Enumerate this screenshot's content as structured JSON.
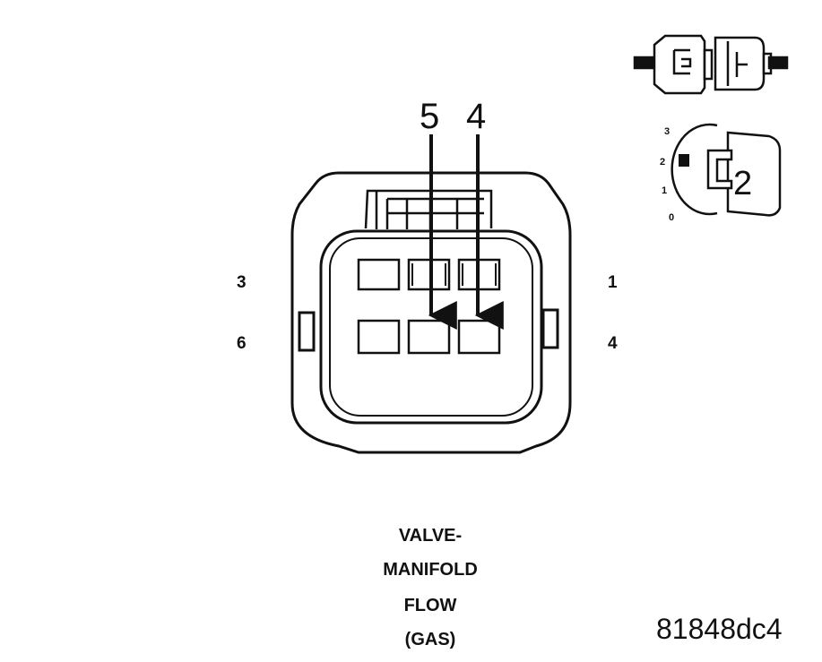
{
  "connector": {
    "pin_labels_left": [
      "3",
      "6"
    ],
    "pin_labels_right": [
      "1",
      "4"
    ]
  },
  "probes": [
    {
      "label": "5"
    },
    {
      "label": "4"
    }
  ],
  "selector_dial": {
    "ticks": [
      "3",
      "2",
      "1",
      "0"
    ],
    "selected": "2"
  },
  "caption": {
    "line1": "VALVE-",
    "line2": "MANIFOLD",
    "line3": "FLOW",
    "line4": "(GAS)"
  },
  "figure_id": "81848dc4"
}
